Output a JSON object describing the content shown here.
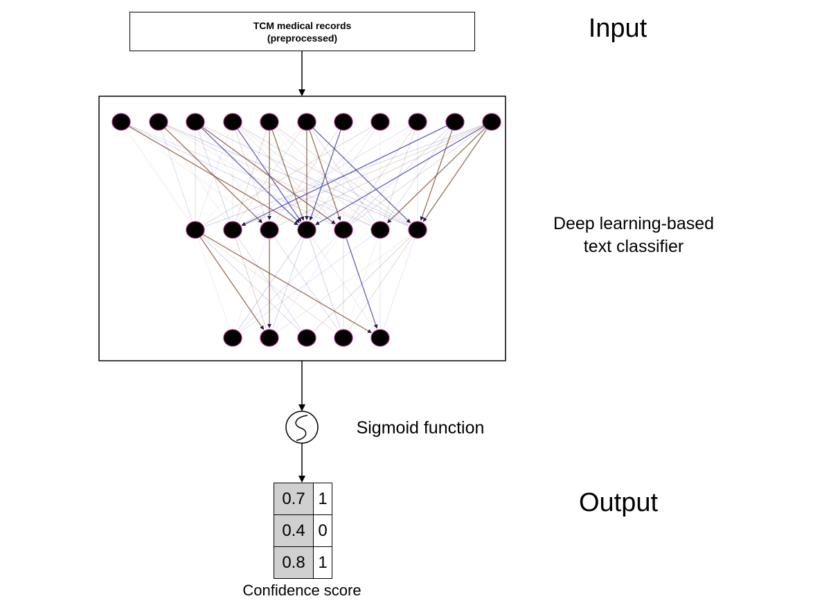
{
  "input_box": {
    "line1": "TCM medical records",
    "line2": "(preprocessed)"
  },
  "labels": {
    "input": "Input",
    "classifier_line1": "Deep learning-based",
    "classifier_line2": "text classifier",
    "sigmoid": "Sigmoid function",
    "output": "Output"
  },
  "network": {
    "layer_sizes": [
      11,
      7,
      5
    ]
  },
  "output_table": {
    "rows": [
      {
        "score": "0.7",
        "label": "1"
      },
      {
        "score": "0.4",
        "label": "0"
      },
      {
        "score": "0.8",
        "label": "1"
      }
    ],
    "caption": "Confidence score"
  },
  "colors": {
    "node_fill": "#000000",
    "node_stroke": "#a0227a",
    "edge_blue": "#3a35a8",
    "edge_brown": "#7a4a2a"
  }
}
